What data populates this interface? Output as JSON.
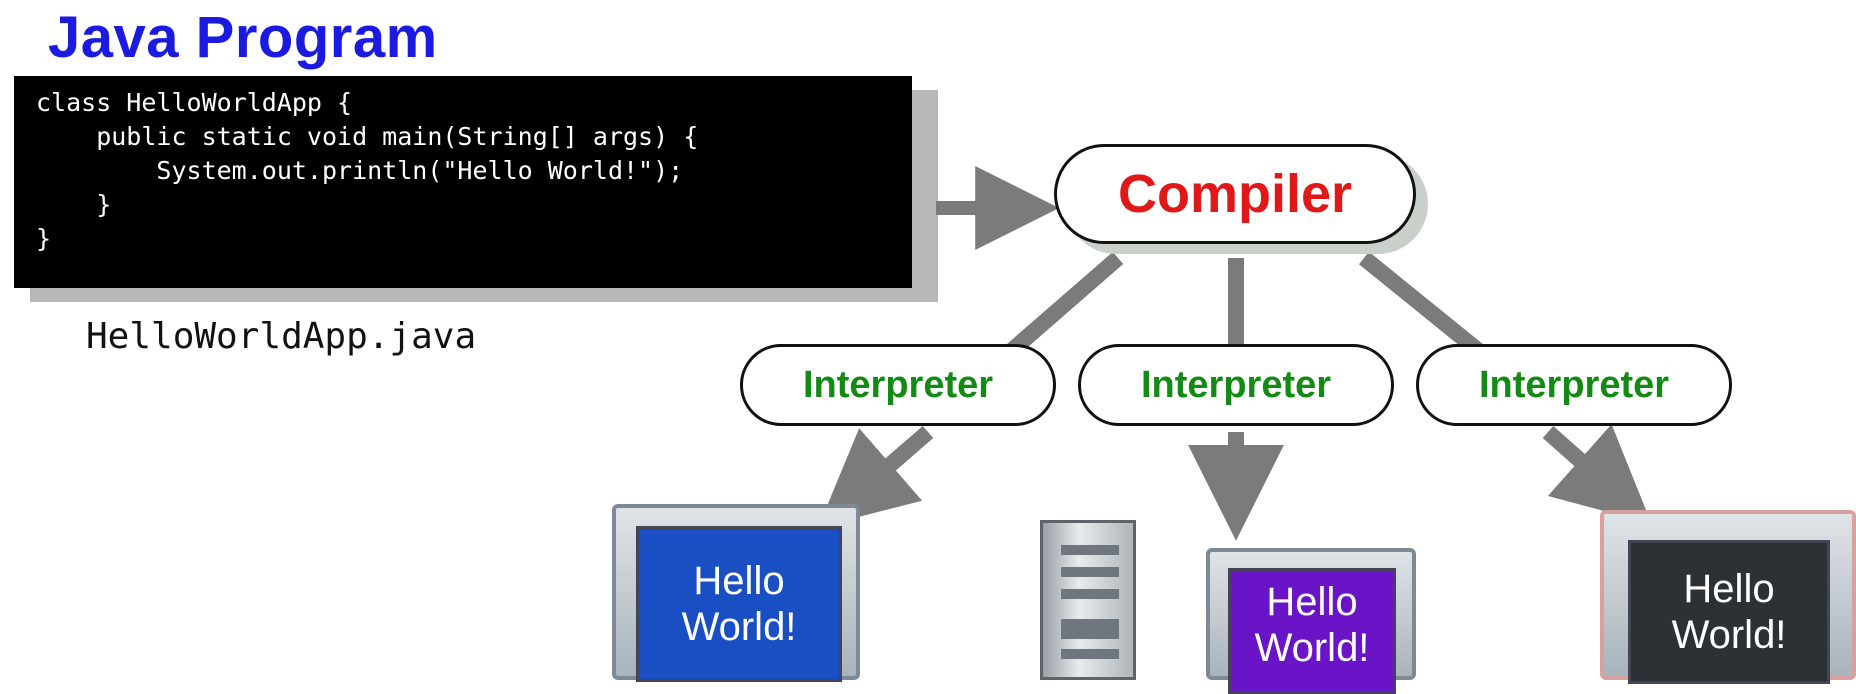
{
  "title": "Java Program",
  "code": {
    "lines": [
      "class HelloWorldApp {",
      "    public static void main(String[] args) {",
      "        System.out.println(\"Hello World!\");",
      "    }",
      "}"
    ],
    "filename": "HelloWorldApp.java"
  },
  "nodes": {
    "compiler": "Compiler",
    "interpreters": [
      "Interpreter",
      "Interpreter",
      "Interpreter"
    ]
  },
  "outputs": [
    {
      "line1": "Hello",
      "line2": "World!",
      "screen_color": "#1a4fc4"
    },
    {
      "line1": "Hello",
      "line2": "World!",
      "screen_color": "#6a14c8"
    },
    {
      "line1": "Hello",
      "line2": "World!",
      "screen_color": "#2c3136"
    }
  ],
  "colors": {
    "title": "#1a1ae0",
    "compiler_text": "#e01818",
    "interpreter_text": "#138a13",
    "arrow": "#7b7b7b"
  }
}
